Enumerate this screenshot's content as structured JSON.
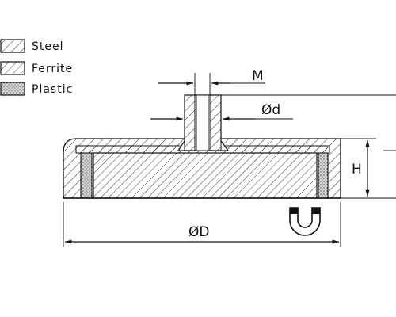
{
  "legend": [
    {
      "key": "steel",
      "label": "Steel"
    },
    {
      "key": "ferrite",
      "label": "Ferrite"
    },
    {
      "key": "plastic",
      "label": "Plastic"
    }
  ],
  "dimensions": {
    "thread": "M",
    "stem_diameter": "Ød",
    "outer_diameter": "ØD",
    "height": "H"
  },
  "icons": {
    "magnet": "horseshoe-magnet-icon"
  }
}
